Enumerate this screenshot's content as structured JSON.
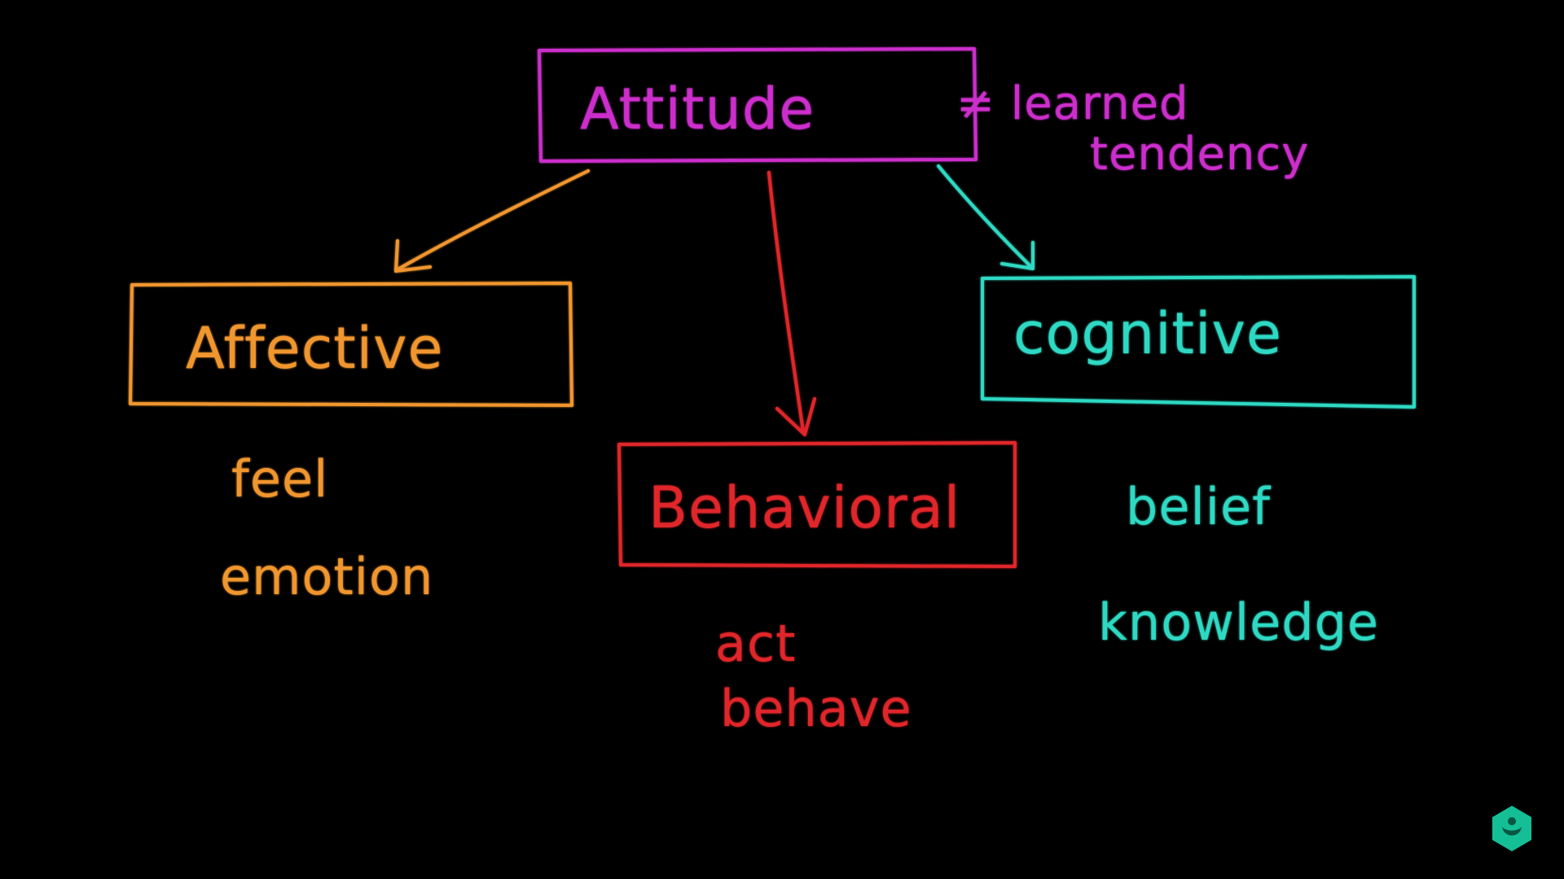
{
  "diagram": {
    "root": {
      "label": "Attitude",
      "color": "#cc2fcc",
      "annotation": [
        "≠ learned",
        "tendency"
      ]
    },
    "components": [
      {
        "id": "affective",
        "label": "Affective",
        "color": "#f0962e",
        "notes": [
          "feel",
          "emotion"
        ]
      },
      {
        "id": "behavioral",
        "label": "Behavioral",
        "color": "#e0262b",
        "notes": [
          "act",
          "behave"
        ]
      },
      {
        "id": "cognitive",
        "label": "cognitive",
        "color": "#2ed9c3",
        "notes": [
          "belief",
          "knowledge"
        ]
      }
    ]
  },
  "watermark": {
    "icon": "khan-academy-logo-icon",
    "color": "#14bf96"
  }
}
